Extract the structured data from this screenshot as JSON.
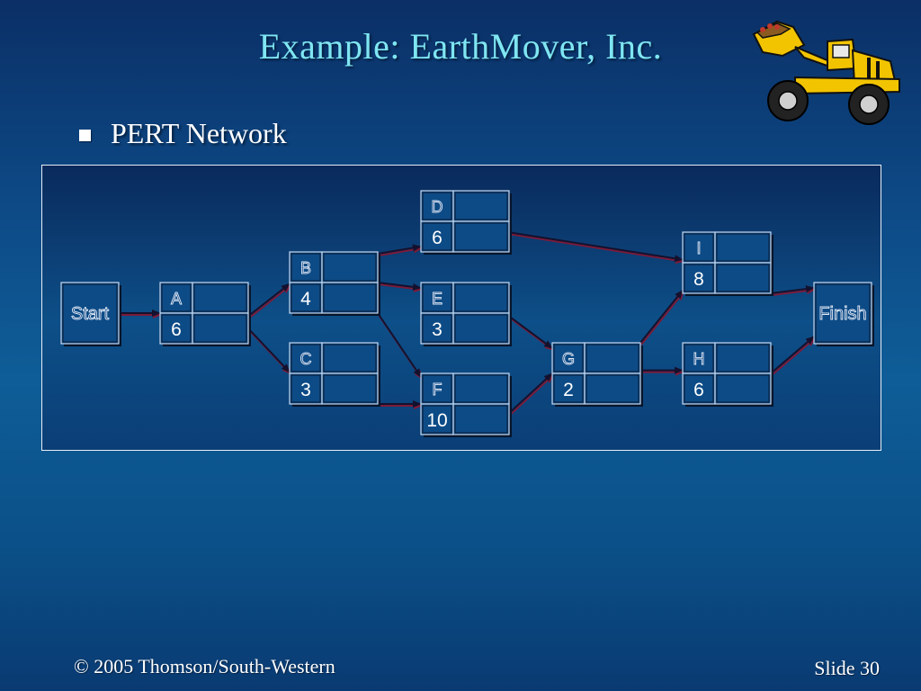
{
  "slide": {
    "title": "Example:  EarthMover, Inc.",
    "bullet": "PERT Network",
    "footer_left": "© 2005  Thomson/South-Western",
    "footer_right": "Slide 30"
  },
  "network": {
    "start_label": "Start",
    "finish_label": "Finish",
    "activities": [
      {
        "id": "A",
        "label": "A",
        "duration": "6"
      },
      {
        "id": "B",
        "label": "B",
        "duration": "4"
      },
      {
        "id": "C",
        "label": "C",
        "duration": "3"
      },
      {
        "id": "D",
        "label": "D",
        "duration": "6"
      },
      {
        "id": "E",
        "label": "E",
        "duration": "3"
      },
      {
        "id": "F",
        "label": "F",
        "duration": "10"
      },
      {
        "id": "G",
        "label": "G",
        "duration": "2"
      },
      {
        "id": "H",
        "label": "H",
        "duration": "6"
      },
      {
        "id": "I",
        "label": "I",
        "duration": "8"
      }
    ],
    "edges": [
      [
        "Start",
        "A"
      ],
      [
        "A",
        "B"
      ],
      [
        "A",
        "C"
      ],
      [
        "B",
        "D"
      ],
      [
        "B",
        "E"
      ],
      [
        "B",
        "F"
      ],
      [
        "C",
        "F"
      ],
      [
        "D",
        "I"
      ],
      [
        "E",
        "G"
      ],
      [
        "F",
        "G"
      ],
      [
        "G",
        "I"
      ],
      [
        "G",
        "H"
      ],
      [
        "I",
        "Finish"
      ],
      [
        "H",
        "Finish"
      ]
    ]
  },
  "colors": {
    "title": "#7fe6f2",
    "box_fill": "#0d4b86",
    "arrow": "#14112e",
    "arrow_shadow": "#7a1b3a",
    "box_border": "#0a1a33",
    "box_highlight": "#c7d5ea"
  },
  "icons": {
    "logo": "bulldozer-icon",
    "bullet": "square-bullet-icon"
  }
}
